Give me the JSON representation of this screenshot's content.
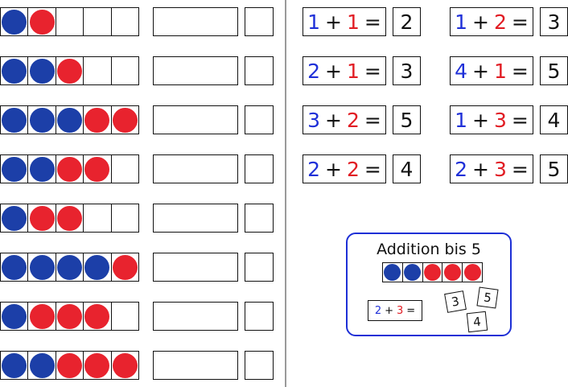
{
  "colors": {
    "blue": "#1c3fa8",
    "red": "#e8232e",
    "eq_blue": "#1f30d8",
    "eq_red": "#e11d24",
    "card_border": "#1d2fd6"
  },
  "ten_frames": [
    {
      "dots": [
        "blue",
        "red",
        "empty",
        "empty",
        "empty"
      ]
    },
    {
      "dots": [
        "blue",
        "blue",
        "red",
        "empty",
        "empty"
      ]
    },
    {
      "dots": [
        "blue",
        "blue",
        "blue",
        "red",
        "red"
      ]
    },
    {
      "dots": [
        "blue",
        "blue",
        "red",
        "red",
        "empty"
      ]
    },
    {
      "dots": [
        "blue",
        "red",
        "red",
        "empty",
        "empty"
      ]
    },
    {
      "dots": [
        "blue",
        "blue",
        "blue",
        "blue",
        "red"
      ]
    },
    {
      "dots": [
        "blue",
        "red",
        "red",
        "red",
        "empty"
      ]
    },
    {
      "dots": [
        "blue",
        "blue",
        "red",
        "red",
        "red"
      ]
    }
  ],
  "equations": [
    {
      "a": "1",
      "op": "+",
      "b": "1",
      "eq": "=",
      "result": "2"
    },
    {
      "a": "1",
      "op": "+",
      "b": "2",
      "eq": "=",
      "result": "3"
    },
    {
      "a": "2",
      "op": "+",
      "b": "1",
      "eq": "=",
      "result": "3"
    },
    {
      "a": "4",
      "op": "+",
      "b": "1",
      "eq": "=",
      "result": "5"
    },
    {
      "a": "3",
      "op": "+",
      "b": "2",
      "eq": "=",
      "result": "5"
    },
    {
      "a": "1",
      "op": "+",
      "b": "3",
      "eq": "=",
      "result": "4"
    },
    {
      "a": "2",
      "op": "+",
      "b": "2",
      "eq": "=",
      "result": "4"
    },
    {
      "a": "2",
      "op": "+",
      "b": "3",
      "eq": "=",
      "result": "5"
    }
  ],
  "card": {
    "title": "Addition bis 5",
    "dots": [
      "blue",
      "blue",
      "red",
      "red",
      "red"
    ],
    "equation": {
      "a": "2",
      "op": "+",
      "b": "3",
      "eq": "="
    },
    "tiles": [
      "3",
      "5",
      "4"
    ]
  }
}
